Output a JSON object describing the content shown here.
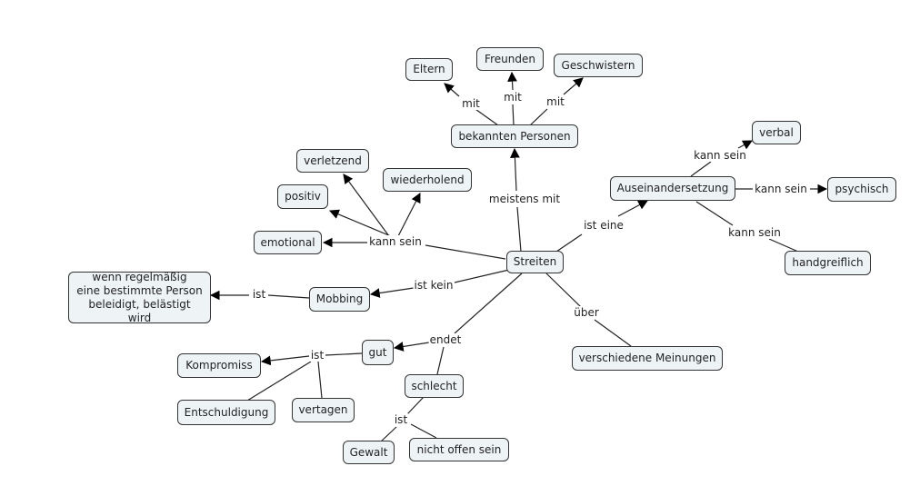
{
  "title": "Streiten concept map",
  "nodes": {
    "streiten": "Streiten",
    "bekannten_personen": "bekannten Personen",
    "eltern": "Eltern",
    "freunden": "Freunden",
    "geschwistern": "Geschwistern",
    "auseinandersetzung": "Auseinandersetzung",
    "verbal": "verbal",
    "psychisch": "psychisch",
    "handgreiflich": "handgreiflich",
    "verletzend": "verletzend",
    "wiederholend": "wiederholend",
    "positiv": "positiv",
    "emotional": "emotional",
    "mobbing": "Mobbing",
    "mobbing_def": [
      "wenn regelmäßig",
      "eine bestimmte Person",
      "beleidigt, belästigt wird"
    ],
    "gut": "gut",
    "schlecht": "schlecht",
    "kompromiss": "Kompromiss",
    "entschuldigung": "Entschuldigung",
    "vertagen": "vertagen",
    "gewalt": "Gewalt",
    "nicht_offen": "nicht offen sein",
    "verschiedene_meinungen": "verschiedene Meinungen"
  },
  "links": {
    "mit_eltern": "mit",
    "mit_freunden": "mit",
    "mit_geschwistern": "mit",
    "meistens_mit": "meistens mit",
    "ist_eine": "ist eine",
    "kann_sein_verbal": "kann sein",
    "kann_sein_psychisch": "kann sein",
    "kann_sein_handgreiflich": "kann sein",
    "kann_sein_emotional": "kann sein",
    "ist_kein": "ist kein",
    "ist_mobbing": "ist",
    "endet": "endet",
    "ist_gut": "ist",
    "ist_schlecht": "ist",
    "ueber": "über"
  },
  "colors": {
    "node_fill": "#eef3f6",
    "node_border": "#333333",
    "line": "#222222"
  }
}
